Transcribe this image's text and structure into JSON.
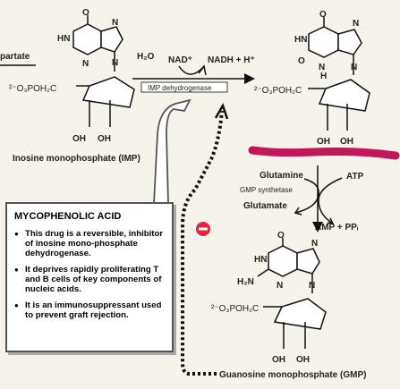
{
  "top": {
    "partate": "partate",
    "h2o": "H₂O",
    "nad": "NAD⁺",
    "nadh": "NADH + H⁺",
    "enzyme1": "IMP dehydrogenase",
    "imp_phosphate": "²⁻O₃POH₂C",
    "imp_oh1": "OH",
    "imp_oh2": "OH",
    "imp_name": "Inosine monophosphate (IMP)",
    "xmp_phosphate": "²⁻O₃POH₂C",
    "xmp_oh1": "OH",
    "xmp_oh2": "OH",
    "imp_o": "O",
    "imp_n1": "N",
    "imp_hn": "HN",
    "imp_n2": "N",
    "imp_n3": "N",
    "xmp_o": "O",
    "xmp_hn": "HN",
    "xmp_n1": "N",
    "xmp_n2": "N",
    "xmp_n3": "N",
    "xmp_h": "H",
    "xmp_o2": "O"
  },
  "middle": {
    "glutamine": "Glutamine",
    "atp": "ATP",
    "enzyme2": "GMP synthetase",
    "glutamate": "Glutamate",
    "amp": "AMP + PPᵢ",
    "inhibit": "−"
  },
  "gmp": {
    "o": "O",
    "hn": "HN",
    "n1": "N",
    "n2": "N",
    "n3": "N",
    "h2n": "H₂N",
    "phosphate": "²⁻O₃POH₂C",
    "oh1": "OH",
    "oh2": "OH",
    "name": "Guanosine monophosphate (GMP)"
  },
  "box": {
    "title": "MYCOPHENOLIC ACID",
    "items": [
      "This drug is a reversible, inhibitor of inosine mono-phosphate dehydrogenase.",
      "It deprives rapidly proliferating T and B cells of key components of nucleic acids.",
      "It is an immunosuppressant used to prevent graft rejection."
    ]
  },
  "colors": {
    "background": "#f5f3ea",
    "inhibit_red": "#e8203c",
    "highlight_magenta": "#c2185b",
    "ring_fill": "#ffffff"
  }
}
